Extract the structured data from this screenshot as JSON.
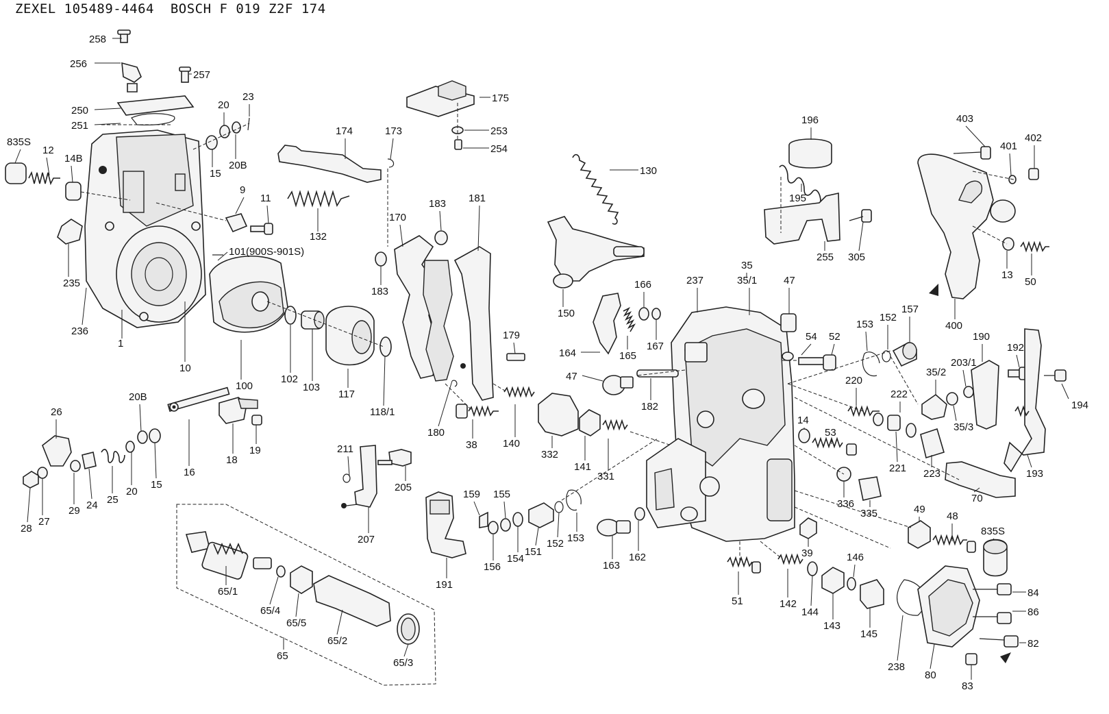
{
  "header": {
    "title": "ZEXEL 105489-4464  BOSCH F 019 Z2F 174"
  },
  "callouts": [
    {
      "id": "c258",
      "text": "258"
    },
    {
      "id": "c256",
      "text": "256"
    },
    {
      "id": "c257",
      "text": "257"
    },
    {
      "id": "c250",
      "text": "250"
    },
    {
      "id": "c251",
      "text": "251"
    },
    {
      "id": "c20a",
      "text": "20"
    },
    {
      "id": "c23",
      "text": "23"
    },
    {
      "id": "c835a",
      "text": "835S"
    },
    {
      "id": "c12",
      "text": "12"
    },
    {
      "id": "c14b",
      "text": "14B"
    },
    {
      "id": "c15a",
      "text": "15"
    },
    {
      "id": "c20ba",
      "text": "20B"
    },
    {
      "id": "c9",
      "text": "9"
    },
    {
      "id": "c11",
      "text": "11"
    },
    {
      "id": "c132",
      "text": "132"
    },
    {
      "id": "c101",
      "text": "101(900S-901S)"
    },
    {
      "id": "c235",
      "text": "235"
    },
    {
      "id": "c236",
      "text": "236"
    },
    {
      "id": "c1",
      "text": "1"
    },
    {
      "id": "c10",
      "text": "10"
    },
    {
      "id": "c100",
      "text": "100"
    },
    {
      "id": "c102",
      "text": "102"
    },
    {
      "id": "c103",
      "text": "103"
    },
    {
      "id": "c117",
      "text": "117"
    },
    {
      "id": "c118",
      "text": "118/1"
    },
    {
      "id": "c174",
      "text": "174"
    },
    {
      "id": "c173",
      "text": "173"
    },
    {
      "id": "c175",
      "text": "175"
    },
    {
      "id": "c253",
      "text": "253"
    },
    {
      "id": "c254",
      "text": "254"
    },
    {
      "id": "c183a",
      "text": "183"
    },
    {
      "id": "c170",
      "text": "170"
    },
    {
      "id": "c181",
      "text": "181"
    },
    {
      "id": "c183b",
      "text": "183"
    },
    {
      "id": "c179",
      "text": "179"
    },
    {
      "id": "c180",
      "text": "180"
    },
    {
      "id": "c38",
      "text": "38"
    },
    {
      "id": "c130",
      "text": "130"
    },
    {
      "id": "c150",
      "text": "150"
    },
    {
      "id": "c166",
      "text": "166"
    },
    {
      "id": "c164",
      "text": "164"
    },
    {
      "id": "c165",
      "text": "165"
    },
    {
      "id": "c167",
      "text": "167"
    },
    {
      "id": "c196",
      "text": "196"
    },
    {
      "id": "c195",
      "text": "195"
    },
    {
      "id": "c255",
      "text": "255"
    },
    {
      "id": "c305",
      "text": "305"
    },
    {
      "id": "c403",
      "text": "403"
    },
    {
      "id": "c401",
      "text": "401"
    },
    {
      "id": "c402",
      "text": "402"
    },
    {
      "id": "c13",
      "text": "13"
    },
    {
      "id": "c50",
      "text": "50"
    },
    {
      "id": "c400",
      "text": "400"
    },
    {
      "id": "c35",
      "text": "35"
    },
    {
      "id": "c351",
      "text": "35/1"
    },
    {
      "id": "c237",
      "text": "237"
    },
    {
      "id": "c47a",
      "text": "47"
    },
    {
      "id": "c54",
      "text": "54"
    },
    {
      "id": "c52",
      "text": "52"
    },
    {
      "id": "c153a",
      "text": "153"
    },
    {
      "id": "c152a",
      "text": "152"
    },
    {
      "id": "c157",
      "text": "157"
    },
    {
      "id": "c47b",
      "text": "47"
    },
    {
      "id": "c182",
      "text": "182"
    },
    {
      "id": "c220",
      "text": "220"
    },
    {
      "id": "c222",
      "text": "222"
    },
    {
      "id": "c352",
      "text": "35/2"
    },
    {
      "id": "c2031",
      "text": "203/1"
    },
    {
      "id": "c190",
      "text": "190"
    },
    {
      "id": "c192",
      "text": "192"
    },
    {
      "id": "c194",
      "text": "194"
    },
    {
      "id": "c353",
      "text": "35/3"
    },
    {
      "id": "c193",
      "text": "193"
    },
    {
      "id": "c14",
      "text": "14"
    },
    {
      "id": "c53",
      "text": "53"
    },
    {
      "id": "c221",
      "text": "221"
    },
    {
      "id": "c223",
      "text": "223"
    },
    {
      "id": "c70",
      "text": "70"
    },
    {
      "id": "c336",
      "text": "336"
    },
    {
      "id": "c335",
      "text": "335"
    },
    {
      "id": "c49",
      "text": "49"
    },
    {
      "id": "c48",
      "text": "48"
    },
    {
      "id": "c835b",
      "text": "835S"
    },
    {
      "id": "c39",
      "text": "39"
    },
    {
      "id": "c146",
      "text": "146"
    },
    {
      "id": "c84",
      "text": "84"
    },
    {
      "id": "c86",
      "text": "86"
    },
    {
      "id": "c82",
      "text": "82"
    },
    {
      "id": "c238",
      "text": "238"
    },
    {
      "id": "c80",
      "text": "80"
    },
    {
      "id": "c83",
      "text": "83"
    },
    {
      "id": "c145",
      "text": "145"
    },
    {
      "id": "c143",
      "text": "143"
    },
    {
      "id": "c144",
      "text": "144"
    },
    {
      "id": "c142",
      "text": "142"
    },
    {
      "id": "c51",
      "text": "51"
    },
    {
      "id": "c163",
      "text": "163"
    },
    {
      "id": "c162",
      "text": "162"
    },
    {
      "id": "c140",
      "text": "140"
    },
    {
      "id": "c332",
      "text": "332"
    },
    {
      "id": "c141",
      "text": "141"
    },
    {
      "id": "c331",
      "text": "331"
    },
    {
      "id": "c159",
      "text": "159"
    },
    {
      "id": "c155",
      "text": "155"
    },
    {
      "id": "c156",
      "text": "156"
    },
    {
      "id": "c154",
      "text": "154"
    },
    {
      "id": "c151",
      "text": "151"
    },
    {
      "id": "c152b",
      "text": "152"
    },
    {
      "id": "c153b",
      "text": "153"
    },
    {
      "id": "c191",
      "text": "191"
    },
    {
      "id": "c211",
      "text": "211"
    },
    {
      "id": "c205",
      "text": "205"
    },
    {
      "id": "c207",
      "text": "207"
    },
    {
      "id": "c26",
      "text": "26"
    },
    {
      "id": "c20bb",
      "text": "20B"
    },
    {
      "id": "c18",
      "text": "18"
    },
    {
      "id": "c19",
      "text": "19"
    },
    {
      "id": "c16",
      "text": "16"
    },
    {
      "id": "c15b",
      "text": "15"
    },
    {
      "id": "c20b",
      "text": "20"
    },
    {
      "id": "c25",
      "text": "25"
    },
    {
      "id": "c24",
      "text": "24"
    },
    {
      "id": "c29",
      "text": "29"
    },
    {
      "id": "c27",
      "text": "27"
    },
    {
      "id": "c28",
      "text": "28"
    },
    {
      "id": "c651",
      "text": "65/1"
    },
    {
      "id": "c654",
      "text": "65/4"
    },
    {
      "id": "c655",
      "text": "65/5"
    },
    {
      "id": "c652",
      "text": "65/2"
    },
    {
      "id": "c653",
      "text": "65/3"
    },
    {
      "id": "c65",
      "text": "65"
    }
  ]
}
